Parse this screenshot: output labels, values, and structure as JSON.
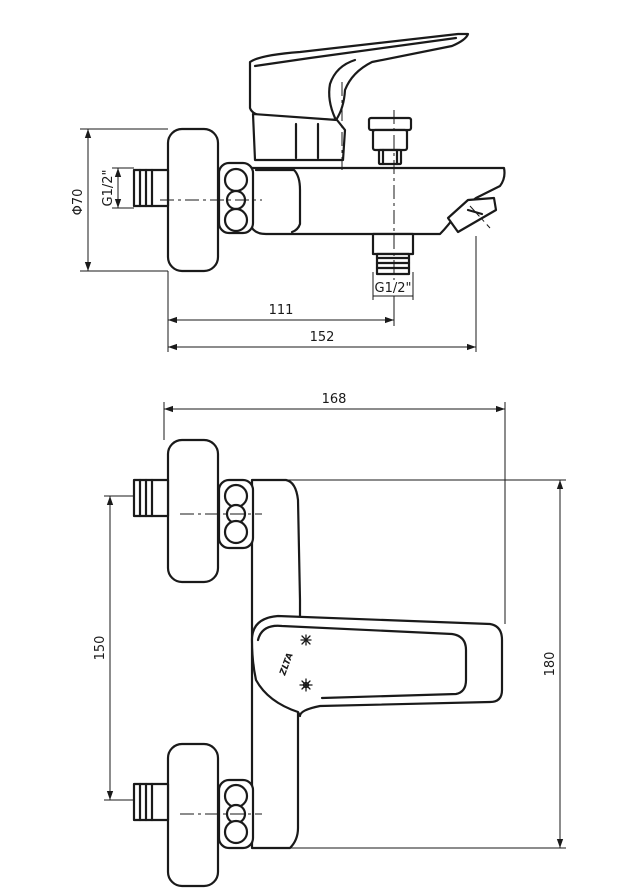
{
  "side_view": {
    "dim_diameter": "Φ70",
    "dim_inlet_thread": "G1/2\"",
    "dim_spout_thread": "G1/2\"",
    "dim_depth_center": "111",
    "dim_depth_total": "152"
  },
  "front_view": {
    "dim_width": "168",
    "dim_inlet_spacing": "150",
    "dim_height": "180",
    "brand_logo": "ZLTA"
  }
}
